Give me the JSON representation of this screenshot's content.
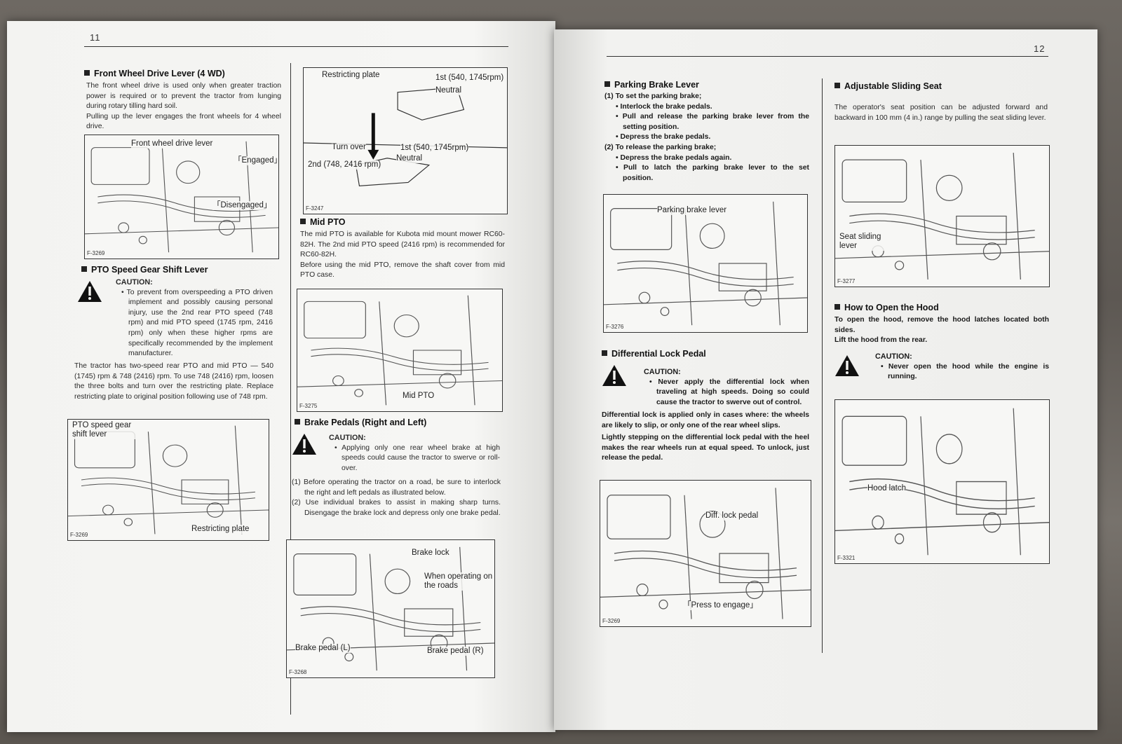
{
  "left_page": {
    "page_number": "11",
    "front_wheel": {
      "title": "Front Wheel Drive Lever (4 WD)",
      "paragraphs": [
        "The front wheel drive is used only when greater traction power is required or to prevent the tractor from lunging during rotary tilling hard soil.",
        "Pulling up the lever engages the front wheels for 4 wheel drive."
      ],
      "figure": {
        "id": "F-3269",
        "labels": [
          "Front wheel drive lever",
          "「Engaged」",
          "「Disengaged」"
        ]
      }
    },
    "pto_shift": {
      "title": "PTO Speed Gear Shift Lever",
      "caution_label": "CAUTION:",
      "caution_text": "To prevent from overspeeding a PTO driven implement and possibly causing personal injury, use the 2nd rear PTO speed (748 rpm) and mid PTO speed (1745 rpm, 2416 rpm) only when these higher rpms are specifically recommended by the implement manufacturer.",
      "paragraph": "The tractor has two-speed rear PTO and mid PTO — 540 (1745) rpm & 748 (2416) rpm. To use 748 (2416) rpm, loosen the three bolts and turn over the restricting plate. Replace restricting plate to original position following use of 748 rpm.",
      "figure": {
        "id": "F-3269",
        "labels": [
          "PTO speed gear shift lever",
          "Restricting plate"
        ]
      }
    },
    "restricting_figure": {
      "id": "F-3247",
      "labels": [
        "Restricting plate",
        "1st (540, 1745rpm)",
        "Neutral",
        "Turn over",
        "1st (540, 1745rpm)",
        "Neutral",
        "2nd (748, 2416 rpm)"
      ]
    },
    "mid_pto": {
      "title": "Mid PTO",
      "paragraphs": [
        "The mid PTO is available for Kubota mid mount mower RC60-82H. The 2nd mid PTO speed (2416 rpm) is recommended for RC60-82H.",
        "Before using the mid PTO, remove the shaft cover from mid PTO case."
      ],
      "figure": {
        "id": "F-3275",
        "labels": [
          "Mid PTO"
        ]
      }
    },
    "brake_pedals": {
      "title": "Brake Pedals (Right and Left)",
      "caution_label": "CAUTION:",
      "caution_text": "Applying only one rear wheel brake at high speeds could cause the tractor to swerve or roll-over.",
      "steps": [
        {
          "n": "(1)",
          "text": "Before operating the tractor on a road, be sure to interlock the right and left pedals as illustrated below."
        },
        {
          "n": "(2)",
          "text": "Use individual brakes to assist in making sharp turns. Disengage the brake lock and depress only one brake pedal."
        }
      ],
      "figure": {
        "id": "F-3268",
        "labels": [
          "Brake lock",
          "When operating on the roads",
          "Brake pedal (L)",
          "Brake pedal (R)"
        ]
      }
    }
  },
  "right_page": {
    "page_number": "12",
    "parking_brake": {
      "title": "Parking Brake Lever",
      "steps": [
        {
          "n": "(1)",
          "text": "To set the parking brake;",
          "bullets": [
            "Interlock the brake pedals.",
            "Pull and release the parking brake lever from the setting position.",
            "Depress the brake pedals."
          ]
        },
        {
          "n": "(2)",
          "text": "To release the parking brake;",
          "bullets": [
            "Depress the brake pedals again.",
            "Pull to latch the parking brake lever to the set position."
          ]
        }
      ],
      "figure": {
        "id": "F-3276",
        "labels": [
          "Parking brake lever"
        ]
      }
    },
    "diff_lock": {
      "title": "Differential Lock Pedal",
      "caution_label": "CAUTION:",
      "caution_text": "Never apply the differential lock when traveling at high speeds. Doing so could cause the tractor to swerve out of control.",
      "paragraphs": [
        "Differential lock is applied only in cases where: the wheels are likely to slip, or only one of the rear wheel slips.",
        "Lightly stepping on the differential lock pedal with the heel makes the rear wheels run at equal speed. To unlock, just release the pedal."
      ],
      "figure": {
        "id": "F-3269",
        "labels": [
          "Diff. lock pedal",
          "「Press to engage」"
        ]
      }
    },
    "sliding_seat": {
      "title": "Adjustable Sliding Seat",
      "paragraph": "The operator's seat position can be adjusted forward and backward in 100 mm (4 in.) range by pulling the seat sliding lever.",
      "figure": {
        "id": "F-3277",
        "labels": [
          "Seat sliding lever"
        ]
      }
    },
    "hood": {
      "title": "How to Open the Hood",
      "paragraphs": [
        "To open the hood, remove the hood latches located both sides.",
        "Lift the hood from the rear."
      ],
      "caution_label": "CAUTION:",
      "caution_text": "Never open the hood while the engine is running.",
      "figure": {
        "id": "F-3321",
        "labels": [
          "Hood latch"
        ]
      }
    }
  }
}
